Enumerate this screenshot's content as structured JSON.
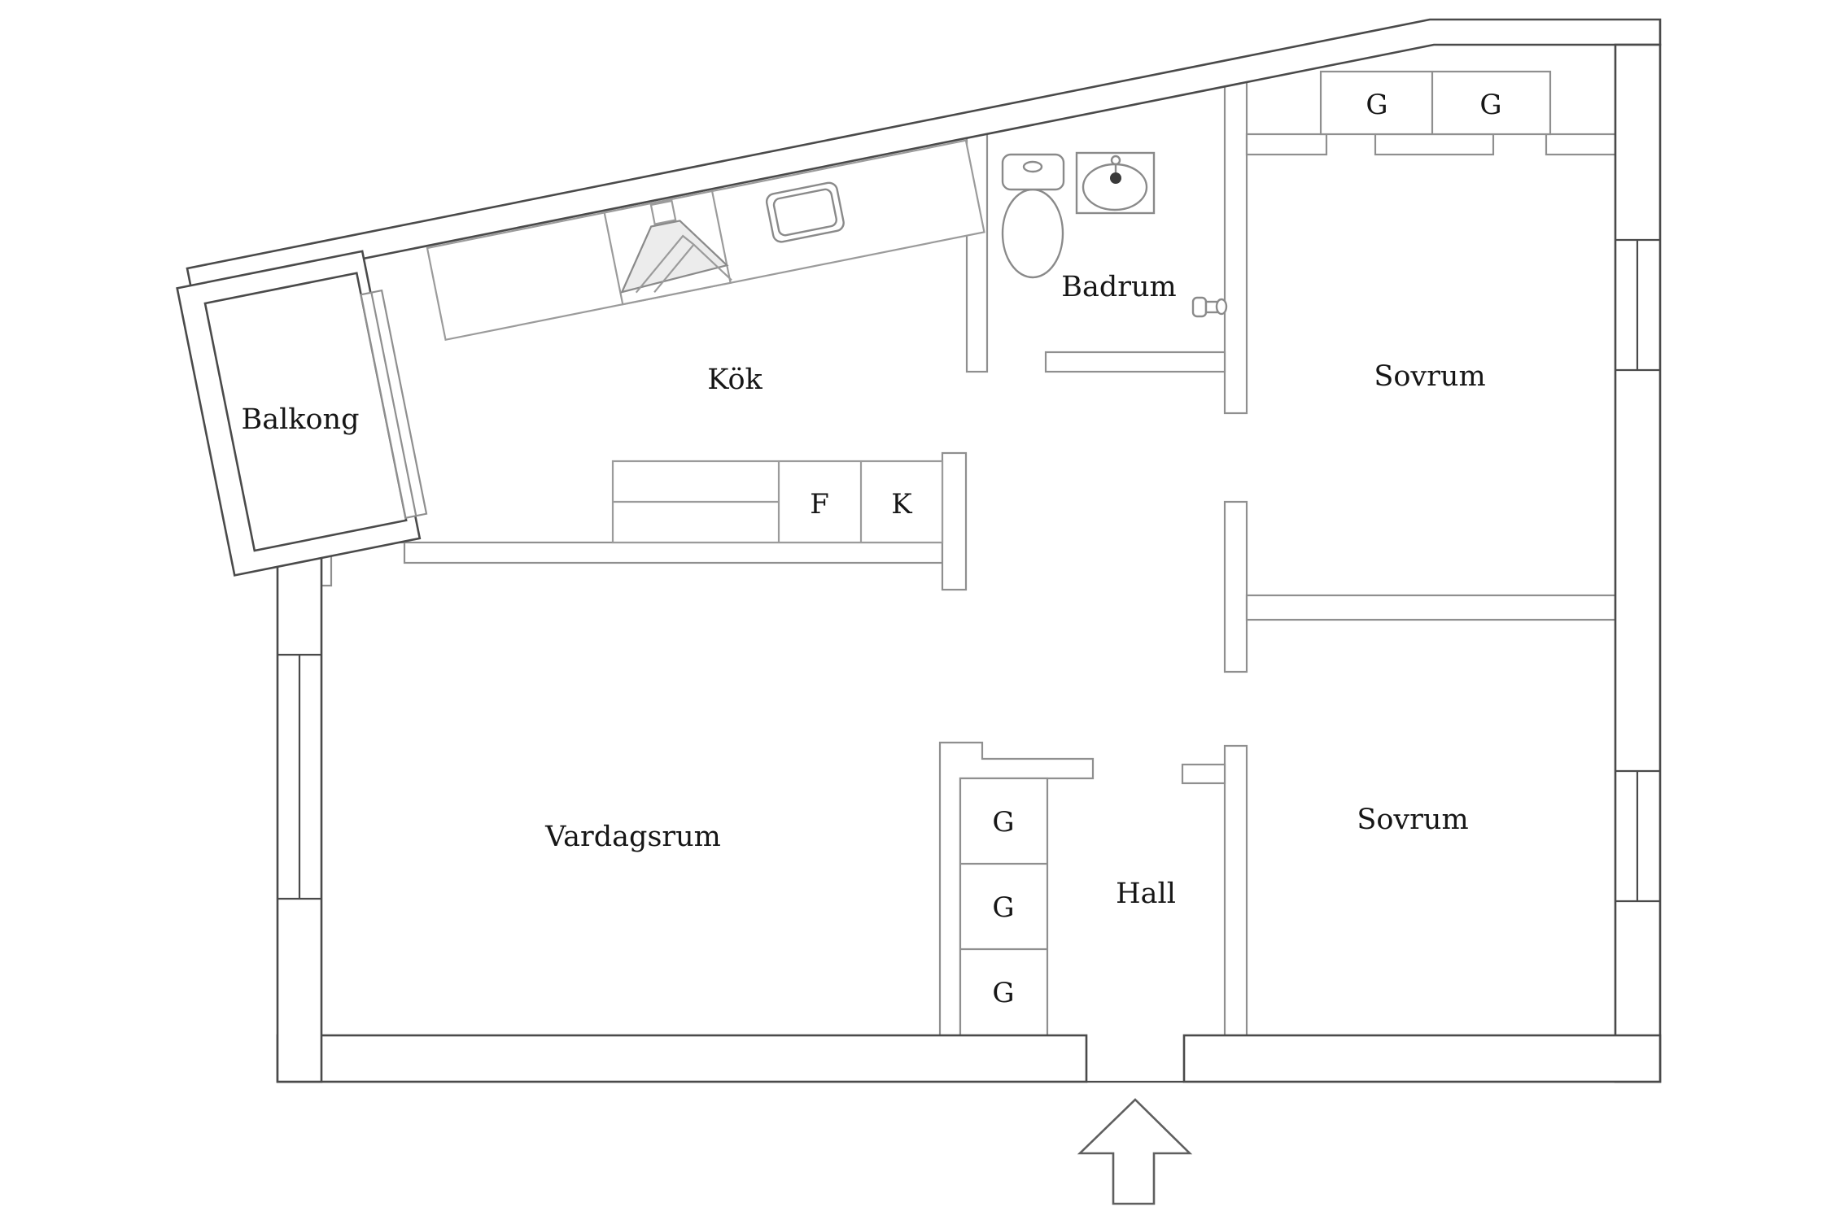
{
  "rooms": {
    "balcony": {
      "label": "Balkong"
    },
    "kitchen": {
      "label": "Kök"
    },
    "bathroom": {
      "label": "Badrum"
    },
    "bedroom_top": {
      "label": "Sovrum"
    },
    "bedroom_bottom": {
      "label": "Sovrum"
    },
    "living_room": {
      "label": "Vardagsrum"
    },
    "hall": {
      "label": "Hall"
    }
  },
  "closets": {
    "bedroom": [
      {
        "label": "G"
      },
      {
        "label": "G"
      }
    ],
    "hall": [
      {
        "label": "G"
      },
      {
        "label": "G"
      },
      {
        "label": "G"
      }
    ]
  },
  "kitchen_appliances": {
    "freezer_label": "F",
    "fridge_label": "K"
  },
  "entrance": {
    "arrow_direction": "up"
  },
  "colors": {
    "background": "#ffffff",
    "exterior_wall_line": "#4a4a4a",
    "interior_wall_line": "#8f8f8f",
    "cabinet_line": "#9b9b9b",
    "hood_fill": "#ececec",
    "text": "#161616"
  }
}
